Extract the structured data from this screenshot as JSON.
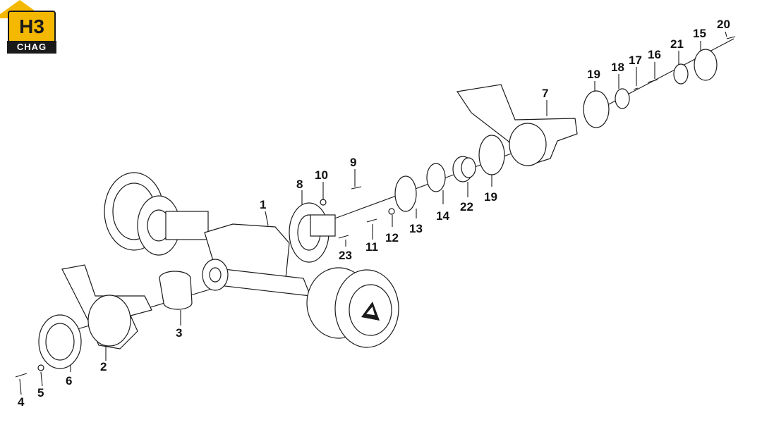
{
  "logo": {
    "mark": "H3",
    "caption": "CHAG",
    "colors": {
      "accent": "#f5b800",
      "dark": "#1a1a1a"
    }
  },
  "callouts": [
    "1",
    "2",
    "3",
    "4",
    "5",
    "6",
    "7",
    "8",
    "9",
    "10",
    "11",
    "12",
    "13",
    "14",
    "15",
    "16",
    "17",
    "18",
    "19",
    "19",
    "20",
    "21",
    "22",
    "23"
  ]
}
